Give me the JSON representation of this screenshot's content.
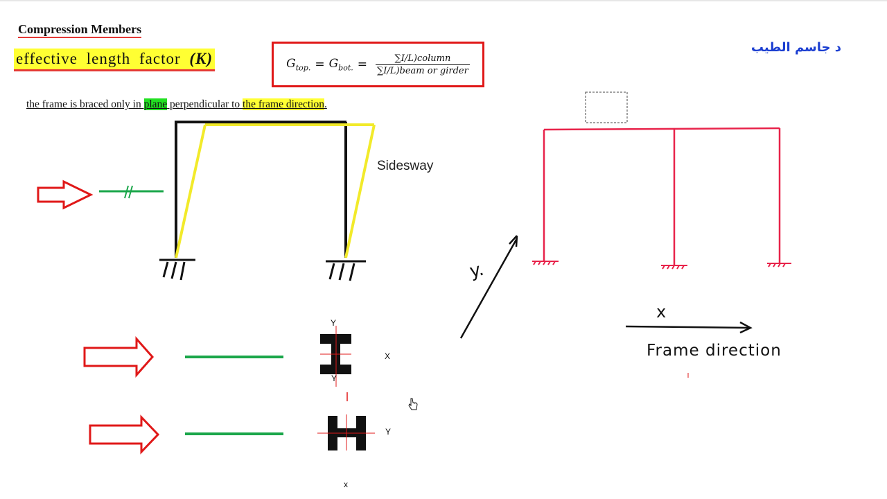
{
  "header": {
    "title": "Compression Members",
    "subtitle": "effective length factor",
    "subtitle_symbol": "(K)",
    "author": "د جاسم الطيب"
  },
  "formula": {
    "lhs1": "G",
    "lhs1_sub": "top.",
    "lhs2": "G",
    "lhs2_sub": "bot.",
    "numerator": "∑I/L)column",
    "denominator": "∑I/L)beam or girder"
  },
  "note": {
    "part1": "the frame is braced only in ",
    "highlight_green": "plane",
    "part2": " perpendicular to ",
    "highlight_yellow": "the frame direction",
    "part3": "."
  },
  "diagram": {
    "sidesway_label": "Sidesway",
    "frame_direction_label": "Frame direction",
    "x_handwritten": "x",
    "y_handwritten": "y.",
    "section1_axis_top": "Y",
    "section1_axis_bottom": "Y",
    "section1_axis_right": "X",
    "section2_axis_right": "Y",
    "section2_axis_bottom": "x"
  },
  "colors": {
    "accent_red": "#e01818",
    "frame_red": "#e8234a",
    "highlight_yellow": "#ffff33",
    "highlight_green": "#22e022",
    "member_green": "#1aa64a",
    "author_blue": "#1c3fd1"
  }
}
